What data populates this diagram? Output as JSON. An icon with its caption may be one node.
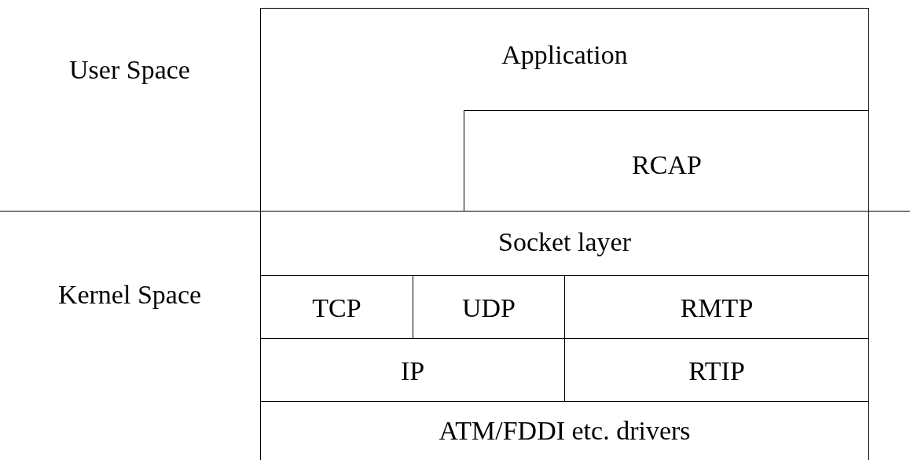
{
  "diagram": {
    "nodes": [
      {
        "text": [
          "Application"
        ]
      },
      {
        "text": [
          "RCAP"
        ],
        "in": 0
      },
      {
        "text": [
          "Socket layer"
        ]
      },
      {
        "text": [
          "TCP"
        ]
      },
      {
        "text": [
          "UDP"
        ]
      },
      {
        "text": [
          "RMTP"
        ]
      },
      {
        "text": [
          "IP"
        ]
      },
      {
        "text": [
          "RTIP"
        ]
      },
      {
        "text": [
          "ATM/FDDI etc. drivers"
        ]
      }
    ],
    "labels": [
      "User Space",
      "Kernel Space"
    ]
  }
}
